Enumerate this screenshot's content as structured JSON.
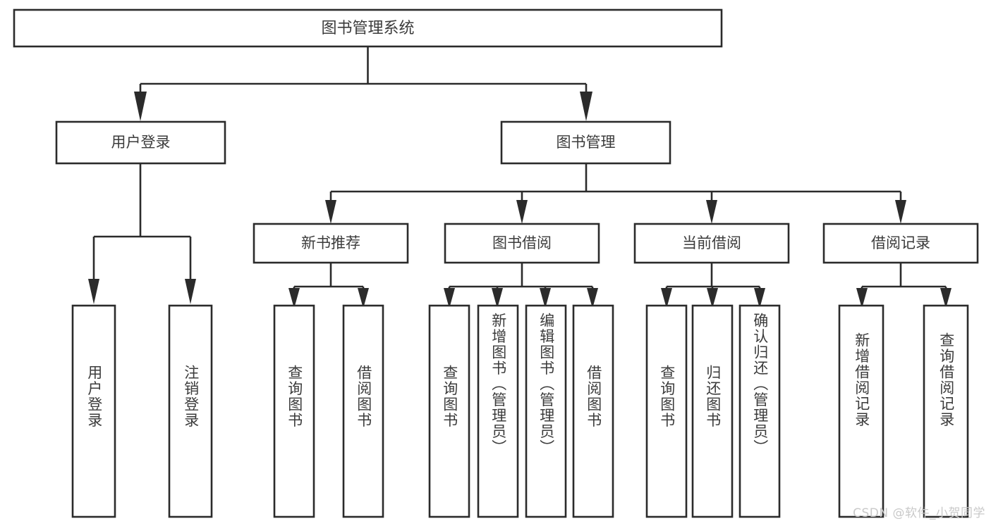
{
  "page": {
    "title": "图书管理系统",
    "watermark": "CSDN @软件_小贺同学",
    "background_color": "#ffffff",
    "line_color": "#2b2b2b",
    "text_color": "#3b3b3b",
    "box_fill": "#ffffff"
  },
  "chart_data": {
    "type": "diagram",
    "diagram_kind": "tree-hierarchy",
    "title": "图书管理系统",
    "orientation": "top-down",
    "edge_style": "orthogonal-elbow-with-arrowhead",
    "levels": 3,
    "nodes": [
      {
        "id": "root",
        "label": "图书管理系统",
        "level": 0,
        "orientation": "horizontal",
        "parent": null
      },
      {
        "id": "login",
        "label": "用户登录",
        "level": 1,
        "orientation": "horizontal",
        "parent": "root"
      },
      {
        "id": "bookmgmt",
        "label": "图书管理",
        "level": 1,
        "orientation": "horizontal",
        "parent": "root"
      },
      {
        "id": "newbook",
        "label": "新书推荐",
        "level": 2,
        "orientation": "horizontal",
        "parent": "bookmgmt"
      },
      {
        "id": "borrow",
        "label": "图书借阅",
        "level": 2,
        "orientation": "horizontal",
        "parent": "bookmgmt"
      },
      {
        "id": "current",
        "label": "当前借阅",
        "level": 2,
        "orientation": "horizontal",
        "parent": "bookmgmt"
      },
      {
        "id": "record",
        "label": "借阅记录",
        "level": 2,
        "orientation": "horizontal",
        "parent": "bookmgmt"
      },
      {
        "id": "leaf-login-1",
        "label": "用户登录",
        "level": 2,
        "orientation": "vertical",
        "parent": "login"
      },
      {
        "id": "leaf-login-2",
        "label": "注销登录",
        "level": 2,
        "orientation": "vertical",
        "parent": "login"
      },
      {
        "id": "leaf-newbook-1",
        "label": "查询图书",
        "level": 3,
        "orientation": "vertical",
        "parent": "newbook"
      },
      {
        "id": "leaf-newbook-2",
        "label": "借阅图书",
        "level": 3,
        "orientation": "vertical",
        "parent": "newbook"
      },
      {
        "id": "leaf-borrow-1",
        "label": "查询图书",
        "level": 3,
        "orientation": "vertical",
        "parent": "borrow"
      },
      {
        "id": "leaf-borrow-2",
        "label": "新增图书（管理员）",
        "level": 3,
        "orientation": "vertical",
        "parent": "borrow"
      },
      {
        "id": "leaf-borrow-3",
        "label": "编辑图书（管理员）",
        "level": 3,
        "orientation": "vertical",
        "parent": "borrow"
      },
      {
        "id": "leaf-borrow-4",
        "label": "借阅图书",
        "level": 3,
        "orientation": "vertical",
        "parent": "borrow"
      },
      {
        "id": "leaf-current-1",
        "label": "查询图书",
        "level": 3,
        "orientation": "vertical",
        "parent": "current"
      },
      {
        "id": "leaf-current-2",
        "label": "归还图书",
        "level": 3,
        "orientation": "vertical",
        "parent": "current"
      },
      {
        "id": "leaf-current-3",
        "label": "确认归还（管理员）",
        "level": 3,
        "orientation": "vertical",
        "parent": "current"
      },
      {
        "id": "leaf-record-1",
        "label": "新增借阅记录",
        "level": 3,
        "orientation": "vertical",
        "parent": "record"
      },
      {
        "id": "leaf-record-2",
        "label": "查询借阅记录",
        "level": 3,
        "orientation": "vertical",
        "parent": "record"
      }
    ],
    "edges": [
      {
        "from": "root",
        "to": "login"
      },
      {
        "from": "root",
        "to": "bookmgmt"
      },
      {
        "from": "login",
        "to": "leaf-login-1"
      },
      {
        "from": "login",
        "to": "leaf-login-2"
      },
      {
        "from": "bookmgmt",
        "to": "newbook"
      },
      {
        "from": "bookmgmt",
        "to": "borrow"
      },
      {
        "from": "bookmgmt",
        "to": "current"
      },
      {
        "from": "bookmgmt",
        "to": "record"
      },
      {
        "from": "newbook",
        "to": "leaf-newbook-1"
      },
      {
        "from": "newbook",
        "to": "leaf-newbook-2"
      },
      {
        "from": "borrow",
        "to": "leaf-borrow-1"
      },
      {
        "from": "borrow",
        "to": "leaf-borrow-2"
      },
      {
        "from": "borrow",
        "to": "leaf-borrow-3"
      },
      {
        "from": "borrow",
        "to": "leaf-borrow-4"
      },
      {
        "from": "current",
        "to": "leaf-current-1"
      },
      {
        "from": "current",
        "to": "leaf-current-2"
      },
      {
        "from": "current",
        "to": "leaf-current-3"
      },
      {
        "from": "record",
        "to": "leaf-record-1"
      },
      {
        "from": "record",
        "to": "leaf-record-2"
      }
    ]
  },
  "labels": {
    "root": "图书管理系统",
    "login": "用户登录",
    "bookmgmt": "图书管理",
    "newbook": "新书推荐",
    "borrow": "图书借阅",
    "current": "当前借阅",
    "record": "借阅记录",
    "leaf_login_1": "用户登录",
    "leaf_login_2": "注销登录",
    "leaf_newbook_1": "查询图书",
    "leaf_newbook_2": "借阅图书",
    "leaf_borrow_1": "查询图书",
    "leaf_borrow_2": "新增图书（管理员）",
    "leaf_borrow_3": "编辑图书（管理员）",
    "leaf_borrow_4": "借阅图书",
    "leaf_current_1": "查询图书",
    "leaf_current_2": "归还图书",
    "leaf_current_3": "确认归还（管理员）",
    "leaf_record_1": "新增借阅记录",
    "leaf_record_2": "查询借阅记录"
  }
}
